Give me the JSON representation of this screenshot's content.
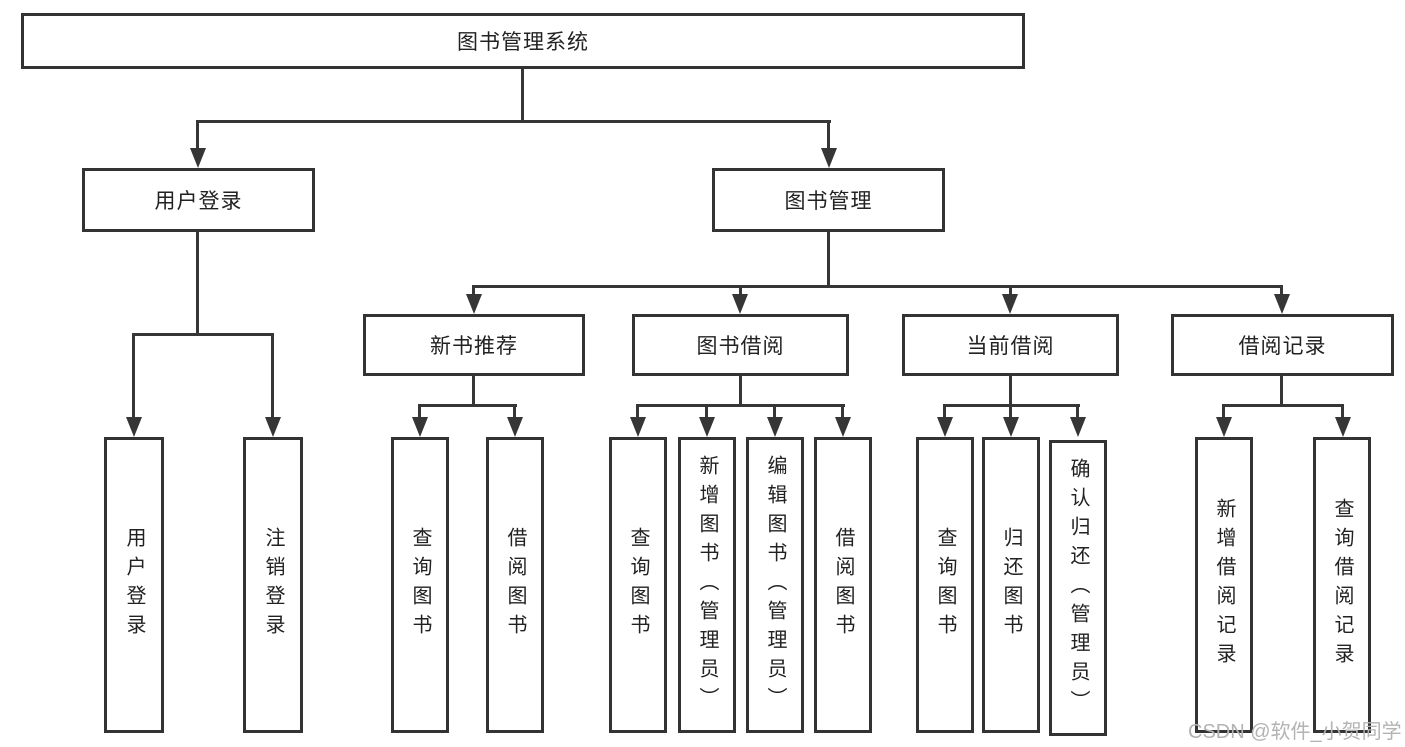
{
  "diagram": {
    "root": {
      "label": "图书管理系统"
    },
    "level2": {
      "user_login": {
        "label": "用户登录"
      },
      "book_mgmt": {
        "label": "图书管理"
      }
    },
    "level3": {
      "new_books": {
        "label": "新书推荐"
      },
      "book_borrow": {
        "label": "图书借阅"
      },
      "current_borrow": {
        "label": "当前借阅"
      },
      "borrow_records": {
        "label": "借阅记录"
      }
    },
    "leaves": {
      "user_login": [
        "用户登录",
        "注销登录"
      ],
      "new_books": [
        "查询图书",
        "借阅图书"
      ],
      "book_borrow": [
        "查询图书",
        "新增图书（管理员）",
        "编辑图书（管理员）",
        "借阅图书"
      ],
      "current_borrow": [
        "查询图书",
        "归还图书",
        "确认归还（管理员）"
      ],
      "borrow_records": [
        "新增借阅记录",
        "查询借阅记录"
      ]
    },
    "watermark": "CSDN @软件_小贺同学",
    "colors": {
      "line": "#363636",
      "border": "#333333",
      "fill": "#ffffff",
      "text": "#222222",
      "watermark": "#b3b3b3"
    }
  }
}
